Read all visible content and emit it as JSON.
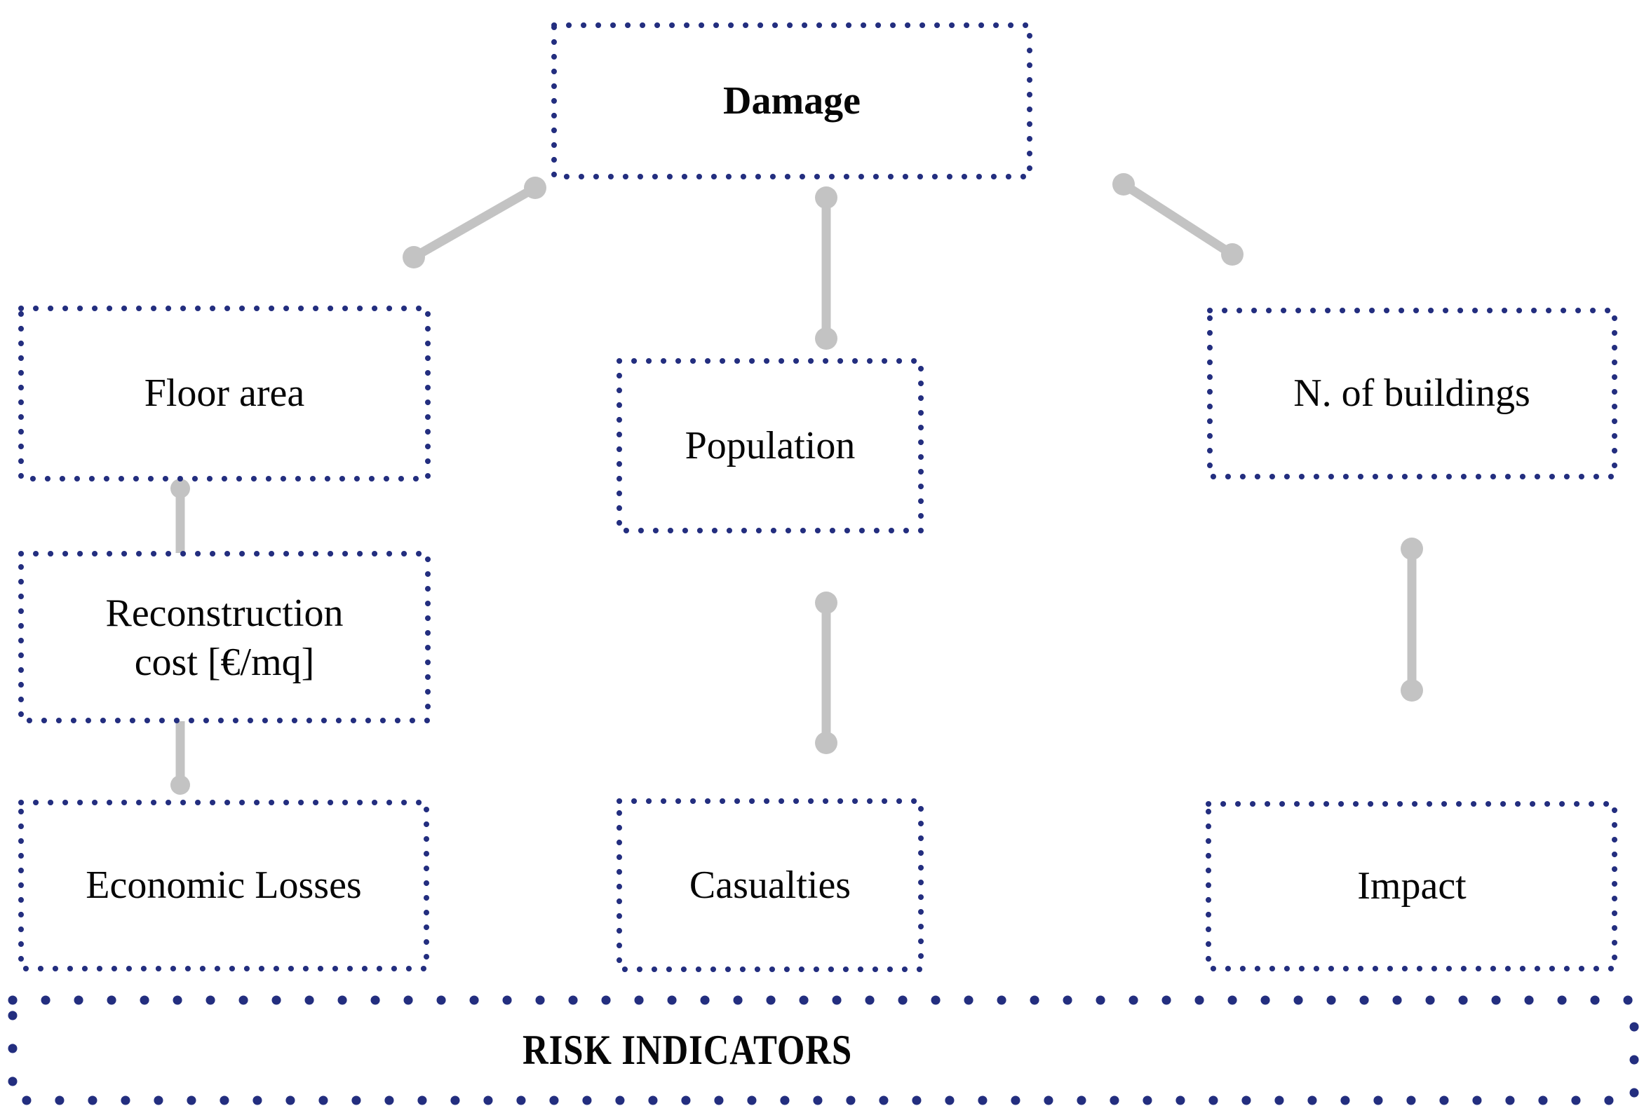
{
  "diagram": {
    "description": "Flow diagram linking damage data to risk indicators",
    "colors": {
      "box_border_navy": "#232E7F",
      "connector_gray": "#C3C3C3",
      "text_black": "#060606",
      "background": "#FFFFFF"
    },
    "nodes": {
      "damage": {
        "label": "Damage"
      },
      "floor_area": {
        "label": "Floor area"
      },
      "reconstruction_cost": {
        "label_line1": "Reconstruction",
        "label_line2": "cost [€/mq]"
      },
      "economic_losses": {
        "label": "Economic Losses"
      },
      "population": {
        "label": "Population"
      },
      "casualties": {
        "label": "Casualties"
      },
      "n_of_buildings": {
        "label": "N. of buildings"
      },
      "impact": {
        "label": "Impact"
      }
    },
    "banner": {
      "label": "RISK INDICATORS"
    },
    "connections": [
      {
        "from": "Damage",
        "to": "Floor area"
      },
      {
        "from": "Damage",
        "to": "Population"
      },
      {
        "from": "Damage",
        "to": "N. of buildings"
      },
      {
        "from": "Floor area",
        "to": "Reconstruction cost [€/mq]"
      },
      {
        "from": "Reconstruction cost [€/mq]",
        "to": "Economic Losses"
      },
      {
        "from": "Population",
        "to": "Casualties"
      },
      {
        "from": "N. of buildings",
        "to": "Impact"
      }
    ]
  }
}
